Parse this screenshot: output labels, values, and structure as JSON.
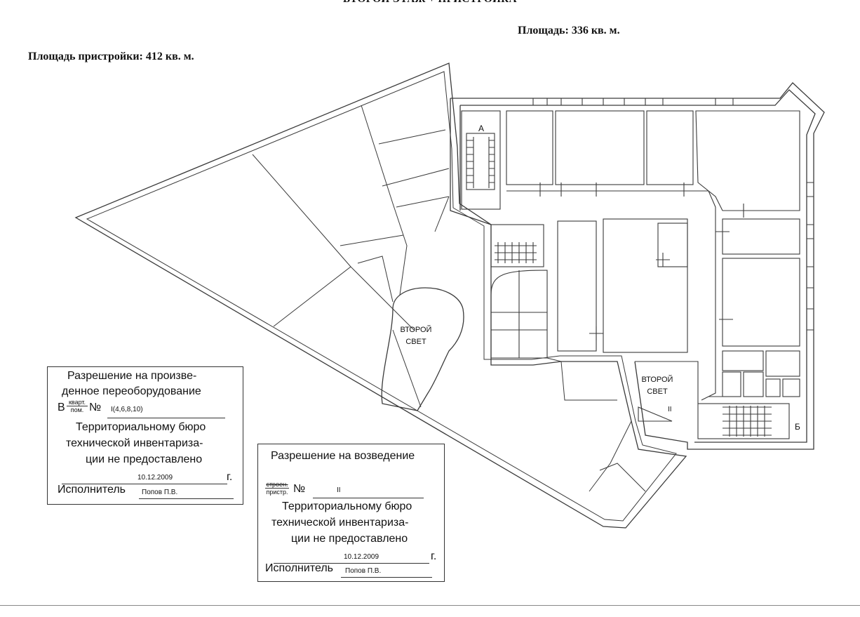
{
  "header": {
    "title": "ВТОРОЙ ЭТАЖ + ПРИСТРОЙКА",
    "main_area": "Площадь: 336 кв. м.",
    "extension_area": "Площадь пристройки: 412 кв. м."
  },
  "plan": {
    "labels": {
      "stair_a": "А",
      "stair_b": "Б",
      "second_light_1_l1": "ВТОРОЙ",
      "second_light_1_l2": "СВЕТ",
      "second_light_2_l1": "ВТОРОЙ",
      "second_light_2_l2": "СВЕТ",
      "room_ii": "II"
    },
    "colors": {
      "ink": "#3a3a3a",
      "paper": "#ffffff"
    }
  },
  "stamp_conversion": {
    "line1": "Разрешение на произве-",
    "line2": "денное переоборудование",
    "prefix": "В",
    "frac_top": "кварт.",
    "frac_bottom": "пом.",
    "number_label": "№",
    "number_value": "I(4,6,8,10)",
    "line4": "Территориальному бюро",
    "line5": "технической инвентариза-",
    "line6": "ции не предоставлено",
    "date": "10.12.2009",
    "year_suffix": "г.",
    "executor_label": "Исполнитель",
    "executor_name": "Попов П.В."
  },
  "stamp_construction": {
    "line1": "Разрешение на возведение",
    "frac_top": "строен.",
    "frac_bottom": "пристр.",
    "number_label": "№",
    "number_value": "II",
    "line3": "Территориальному бюро",
    "line4": "технической инвентариза-",
    "line5": "ции не предоставлено",
    "date": "10.12.2009",
    "year_suffix": "г.",
    "executor_label": "Исполнитель",
    "executor_name": "Попов П.В."
  }
}
